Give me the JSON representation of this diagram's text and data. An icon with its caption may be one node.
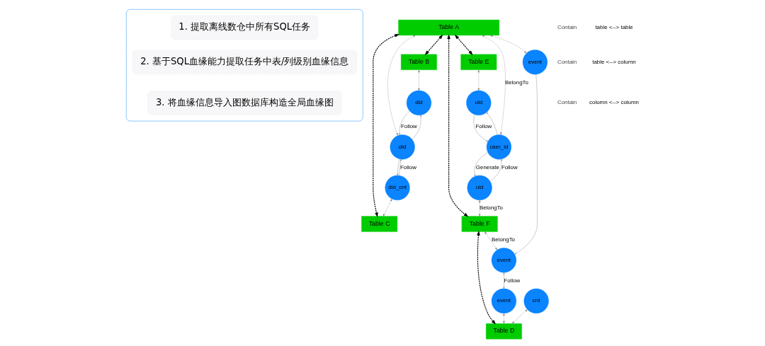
{
  "diagram": {
    "nodes": [
      {
        "text": [],
        "shape": "box"
      },
      {
        "text": [
          "1. 提取离线数仓中所有SQL任务"
        ],
        "in": 0
      },
      {
        "text": [
          "2. 基于SQL血缘能力提取任务中表/列级别血缘信息"
        ],
        "in": 0
      },
      {
        "text": [
          "3. 将血缘信息导入图数据库构造全局血缘图"
        ],
        "in": 0
      },
      {
        "text": [
          "Table A"
        ]
      },
      {
        "text": [
          "Table B"
        ]
      },
      {
        "text": [
          "Table E"
        ]
      },
      {
        "text": [
          "uid"
        ]
      },
      {
        "text": [
          "user_id"
        ]
      },
      {
        "text": [
          "event"
        ]
      },
      {
        "text": [
          "did"
        ]
      },
      {
        "text": [
          "did"
        ]
      },
      {
        "text": [
          "did_cnt"
        ]
      },
      {
        "text": [
          "Table C"
        ]
      },
      {
        "text": [
          "uid"
        ]
      },
      {
        "text": [
          "Table F"
        ]
      },
      {
        "text": [
          "event"
        ]
      },
      {
        "text": [
          "event"
        ]
      },
      {
        "text": [
          "cnt"
        ]
      },
      {
        "text": [
          "Table D"
        ]
      }
    ],
    "edges": [
      {
        "from": 4,
        "to": 5,
        "arrow": "both",
        "style": "dashed",
        "color": "#000000"
      },
      {
        "from": 4,
        "to": 6,
        "arrow": "both",
        "style": "dashed",
        "color": "#000000"
      },
      {
        "from": 8,
        "to": 4,
        "arrow": "both",
        "style": "dashed",
        "label": "BelongTo"
      },
      {
        "from": 6,
        "to": 7,
        "arrow": "both",
        "style": "dashed"
      },
      {
        "from": 8,
        "to": 7,
        "arrow": "to"
      },
      {
        "from": 7,
        "to": 8,
        "arrow": "to",
        "label": "Follow"
      },
      {
        "from": 4,
        "to": 9,
        "arrow": "both",
        "style": "dashed"
      },
      {
        "from": 4,
        "to": 10,
        "arrow": "both",
        "style": "dashed"
      },
      {
        "from": 5,
        "to": 11,
        "arrow": "both",
        "style": "dashed"
      },
      {
        "from": 10,
        "to": 11,
        "arrow": "to"
      },
      {
        "from": 11,
        "to": 10,
        "arrow": "to",
        "label": "Follow"
      },
      {
        "from": 12,
        "to": 10,
        "arrow": "to",
        "label": "Follow"
      },
      {
        "from": 10,
        "to": 12,
        "arrow": "to"
      },
      {
        "from": 4,
        "to": 13,
        "arrow": "both",
        "style": "dashed",
        "color": "#000000"
      },
      {
        "from": 12,
        "to": 13,
        "arrow": "both",
        "style": "dashed"
      },
      {
        "from": 8,
        "to": 14,
        "arrow": "to",
        "label": "Generate"
      },
      {
        "from": 14,
        "to": 8,
        "arrow": "to",
        "label": "Follow"
      },
      {
        "from": 4,
        "to": 15,
        "arrow": "both",
        "style": "dashed",
        "color": "#000000"
      },
      {
        "from": 9,
        "to": 16,
        "arrow": "to"
      },
      {
        "from": 14,
        "to": 15,
        "arrow": "both",
        "style": "dashed",
        "label": "BelongTo"
      },
      {
        "from": 15,
        "to": 16,
        "arrow": "both",
        "style": "dashed",
        "label": "BelongTo"
      },
      {
        "from": 16,
        "to": 17,
        "arrow": "both",
        "label": "Follow"
      },
      {
        "from": 15,
        "to": 19,
        "arrow": "both",
        "style": "dashed",
        "color": "#000000"
      },
      {
        "from": 17,
        "to": 19,
        "arrow": "both",
        "style": "dashed"
      },
      {
        "from": 18,
        "to": 19,
        "arrow": "both",
        "style": "dashed"
      }
    ],
    "labels": [
      "Contain",
      "Contain",
      "Contain"
    ],
    "legend": [
      {
        "text": "table <--> table"
      },
      {
        "text": "table <--> column"
      },
      {
        "text": "column <--> column"
      }
    ]
  }
}
